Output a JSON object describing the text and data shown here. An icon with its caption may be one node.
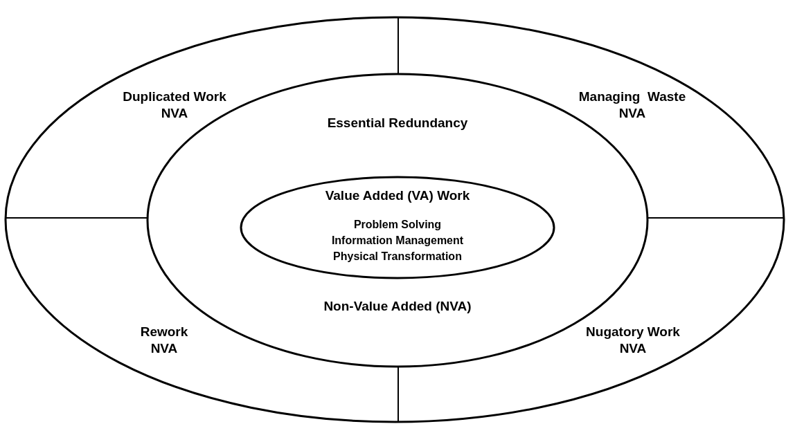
{
  "diagram": {
    "nodes": [
      {
        "text": [],
        "shape": "ellipse"
      },
      {
        "text": [
          "Duplicated Work",
          "NVA"
        ],
        "in": 0
      },
      {
        "text": [
          "Managing  Waste",
          "NVA"
        ],
        "in": 0
      },
      {
        "text": [
          "Rework",
          "NVA"
        ],
        "in": 0
      },
      {
        "text": [
          "Nugatory Work",
          "NVA"
        ],
        "in": 0
      },
      {
        "text": [
          "Essential Redundancy",
          "Non-Value Added (NVA)"
        ],
        "in": 0
      },
      {
        "text": [
          "Value Added (VA) Work",
          "Problem Solving",
          "Information Management",
          "Physical Transformation"
        ],
        "in": 5
      }
    ],
    "edges": []
  }
}
